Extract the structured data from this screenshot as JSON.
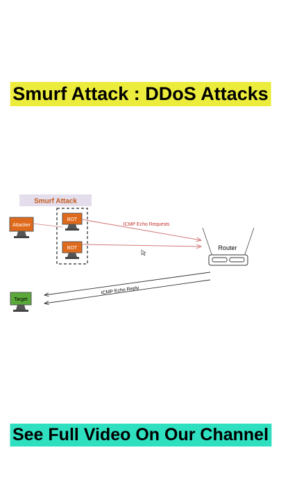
{
  "banners": {
    "top": "Smurf Attack : DDoS Attacks",
    "bottom": "See Full Video On Our Channel"
  },
  "diagram": {
    "header": "Smurf Attack",
    "nodes": {
      "attacker": "Attacker",
      "bot1": "BOT",
      "bot2": "BOT",
      "target": "Target",
      "router": "Router"
    },
    "arrows": {
      "requests": "ICMP Echo Requests",
      "reply": "ICMP Echo Reply"
    },
    "colors": {
      "header_bg": "#e3ddec",
      "header_text": "#c65a1a",
      "attacker_screen": "#e06a1c",
      "bot_screen": "#e06a1c",
      "target_screen": "#5aa83a",
      "request_arrow": "#d07a7a",
      "request_text": "#c0312a",
      "reply_arrow": "#333333"
    }
  }
}
